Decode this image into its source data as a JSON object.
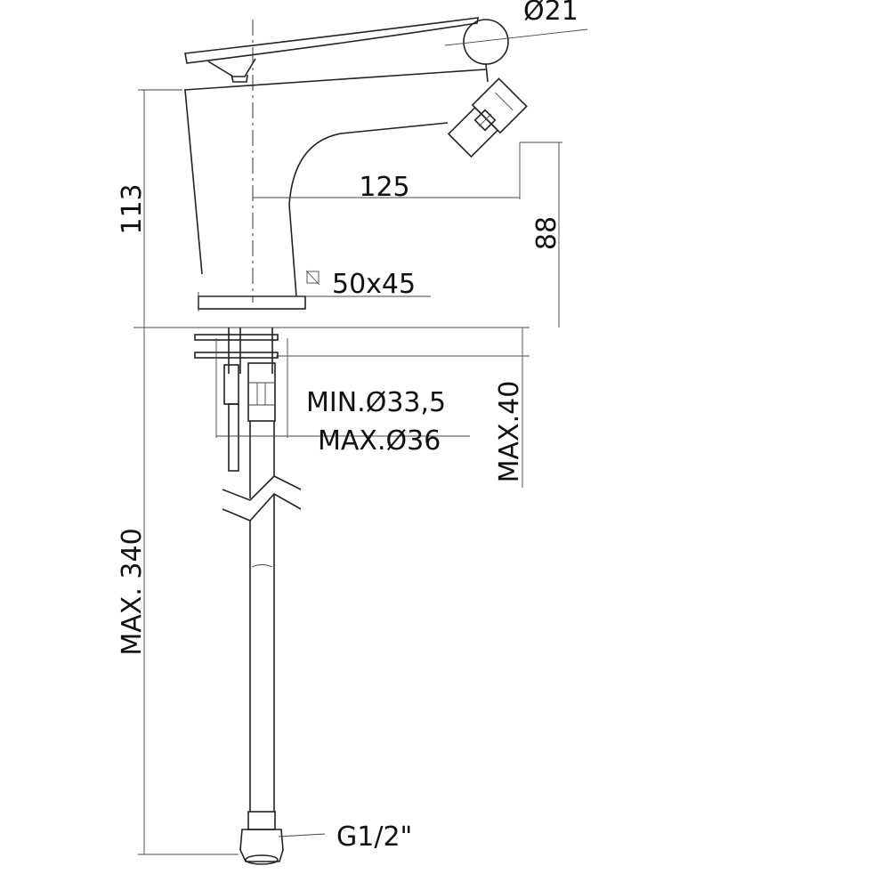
{
  "drawing": {
    "title": "Bidet mixer technical drawing",
    "dimensions": {
      "lever_diameter": "Ø21",
      "total_height": "113",
      "spout_reach": "125",
      "spout_height": "88",
      "base_size": "50x45",
      "hole_min": "MIN.Ø33,5",
      "hole_max": "MAX.Ø36",
      "deck_thickness": "MAX.40",
      "hose_length": "MAX. 340",
      "connection": "G1/2\""
    }
  }
}
